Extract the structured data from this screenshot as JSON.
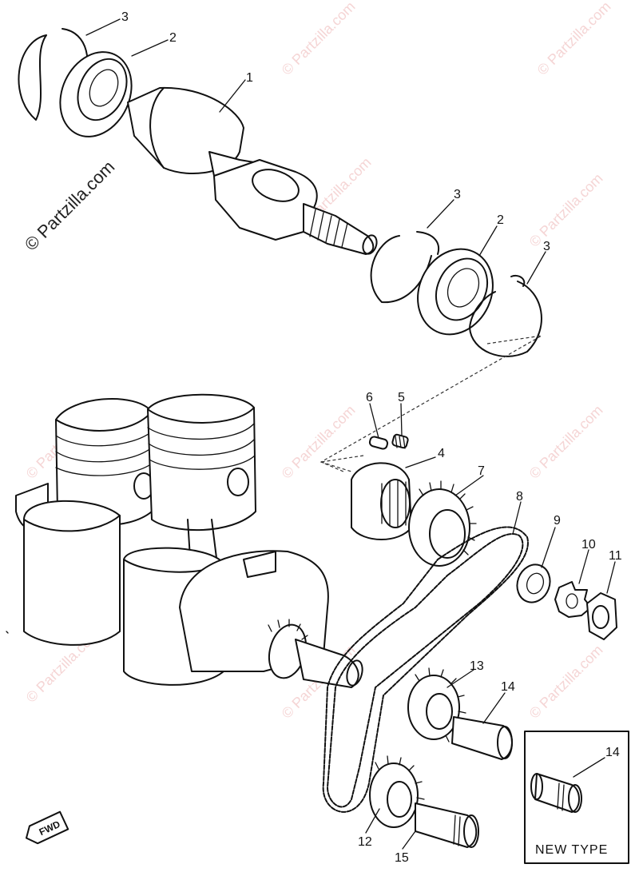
{
  "watermark": {
    "text": "© Partzilla.com"
  },
  "callouts": {
    "c1": "1",
    "c2_top": "2",
    "c3_top": "3",
    "c3_mid": "3",
    "c2_mid": "2",
    "c3_right": "3",
    "c4": "4",
    "c5": "5",
    "c6": "6",
    "c7": "7",
    "c8": "8",
    "c9": "9",
    "c10": "10",
    "c11": "11",
    "c12": "12",
    "c13": "13",
    "c14": "14",
    "c14_new": "14",
    "c15": "15"
  },
  "inset": {
    "label": "NEW TYPE"
  },
  "direction": {
    "label": "FWD"
  }
}
